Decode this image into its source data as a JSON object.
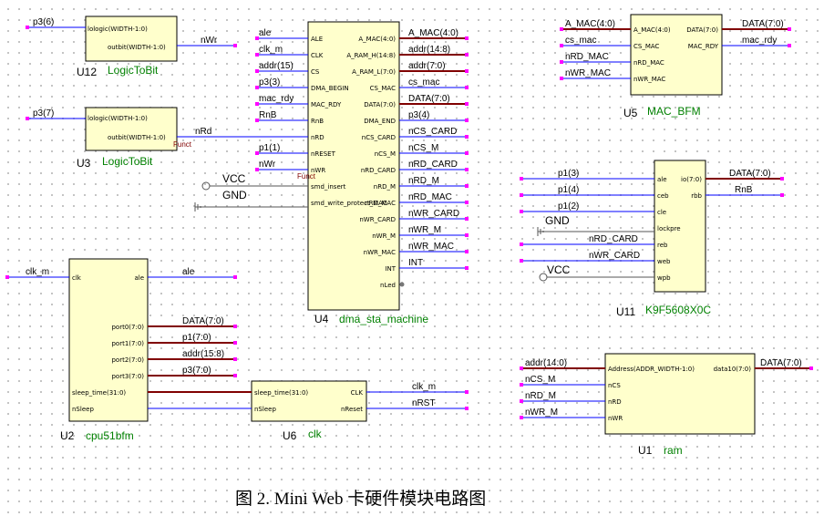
{
  "caption": "图 2. Mini Web 卡硬件模块电路图",
  "blocks": {
    "U12": {
      "ref": "U12",
      "name": "LogicToBit",
      "pins": [
        "lologic(WIDTH-1:0)",
        "outbit(WIDTH-1:0)"
      ],
      "nets": [
        "p3(6)",
        "nWr"
      ]
    },
    "U3": {
      "ref": "U3",
      "name": "LogicToBit",
      "pins": [
        "lologic(WIDTH-1:0)",
        "outbit(WIDTH-1:0)"
      ],
      "nets": [
        "p3(7)",
        "nRd"
      ],
      "note": "Funct"
    },
    "U4": {
      "ref": "U4",
      "name": "dma_sta_machine",
      "left_pins": [
        "ALE",
        "CLK",
        "CS",
        "DMA_BEGIN",
        "MAC_RDY",
        "RnB",
        "nRD",
        "nRESET",
        "nWR",
        "smd_insert",
        "smd_write_protect_MAC"
      ],
      "left_nets": [
        "ale",
        "clk_m",
        "addr(15)",
        "p3(3)",
        "mac_rdy",
        "RnB",
        "",
        "p1(1)",
        "nWr",
        "",
        ""
      ],
      "right_pins": [
        "A_MAC(4:0)",
        "A_RAM_H(14:8)",
        "A_RAM_L(7:0)",
        "CS_MAC",
        "DATA(7:0)",
        "DMA_END",
        "nCS_CARD",
        "nCS_M",
        "nRD_CARD",
        "nRD_M",
        "nRD_MAC",
        "nWR_CARD",
        "nWR_M",
        "nWR_MAC",
        "INT",
        "nLed"
      ],
      "right_nets": [
        "A_MAC(4:0)",
        "addr(14:8)",
        "addr(7:0)",
        "cs_mac",
        "DATA(7:0)",
        "p3(4)",
        "nCS_CARD",
        "nCS_M",
        "nRD_CARD",
        "nRD_M",
        "nRD_MAC",
        "nWR_CARD",
        "nWR_M",
        "nWR_MAC",
        "INT",
        ""
      ],
      "note": "Funct",
      "vcc": "VCC",
      "gnd": "GND"
    },
    "U5": {
      "ref": "U5",
      "name": "MAC_BFM",
      "left_pins": [
        "A_MAC(4:0)",
        "CS_MAC",
        "nRD_MAC",
        "nWR_MAC"
      ],
      "left_nets": [
        "A_MAC(4:0)",
        "cs_mac",
        "nRD_MAC",
        "nWR_MAC"
      ],
      "right_pins": [
        "DATA(7:0)",
        "MAC_RDY"
      ],
      "right_nets": [
        "DATA(7:0)",
        "mac_rdy"
      ]
    },
    "U11": {
      "ref": "U11",
      "name": "K9F5608X0C",
      "left_pins": [
        "ale",
        "ceb",
        "cle",
        "lockpre",
        "reb",
        "web",
        "wpb"
      ],
      "left_nets": [
        "p1(3)",
        "p1(4)",
        "p1(2)",
        "GND",
        "nRD_CARD",
        "nWR_CARD",
        "VCC"
      ],
      "right_pins": [
        "io(7:0)",
        "rbb"
      ],
      "right_nets": [
        "DATA(7:0)",
        "RnB"
      ]
    },
    "U2": {
      "ref": "U2",
      "name": "cpu51bfm",
      "left_pins": [
        "clk",
        "sleep_time(31:0)",
        "nSleep"
      ],
      "left_nets": [
        "clk_m"
      ],
      "right_pins": [
        "ale",
        "port0(7:0)",
        "port1(7:0)",
        "port2(7:0)",
        "port3(7:0)"
      ],
      "right_nets": [
        "ale",
        "DATA(7:0)",
        "p1(7:0)",
        "addr(15:8)",
        "p3(7:0)"
      ]
    },
    "U6": {
      "ref": "U6",
      "name": "clk",
      "left_pins": [
        "sleep_time(31:0)",
        "nSleep"
      ],
      "right_pins": [
        "CLK",
        "nReset"
      ],
      "right_nets": [
        "clk_m",
        "nRST"
      ]
    },
    "U1": {
      "ref": "U1",
      "name": "ram",
      "left_pins": [
        "Address(ADDR_WIDTH-1:0)",
        "nCS",
        "nRD",
        "nWR"
      ],
      "left_nets": [
        "addr(14:0)",
        "nCS_M",
        "nRD_M",
        "nWR_M"
      ],
      "right_pins": [
        "data10(7:0)"
      ],
      "right_nets": [
        "DATA(7:0)"
      ]
    }
  },
  "colors": {
    "block_fill": "#ffffcc",
    "wire": "#0000ff",
    "bus": "#800000",
    "pin_end": "#ff00ff",
    "ref": "#000000",
    "name": "#008000"
  }
}
